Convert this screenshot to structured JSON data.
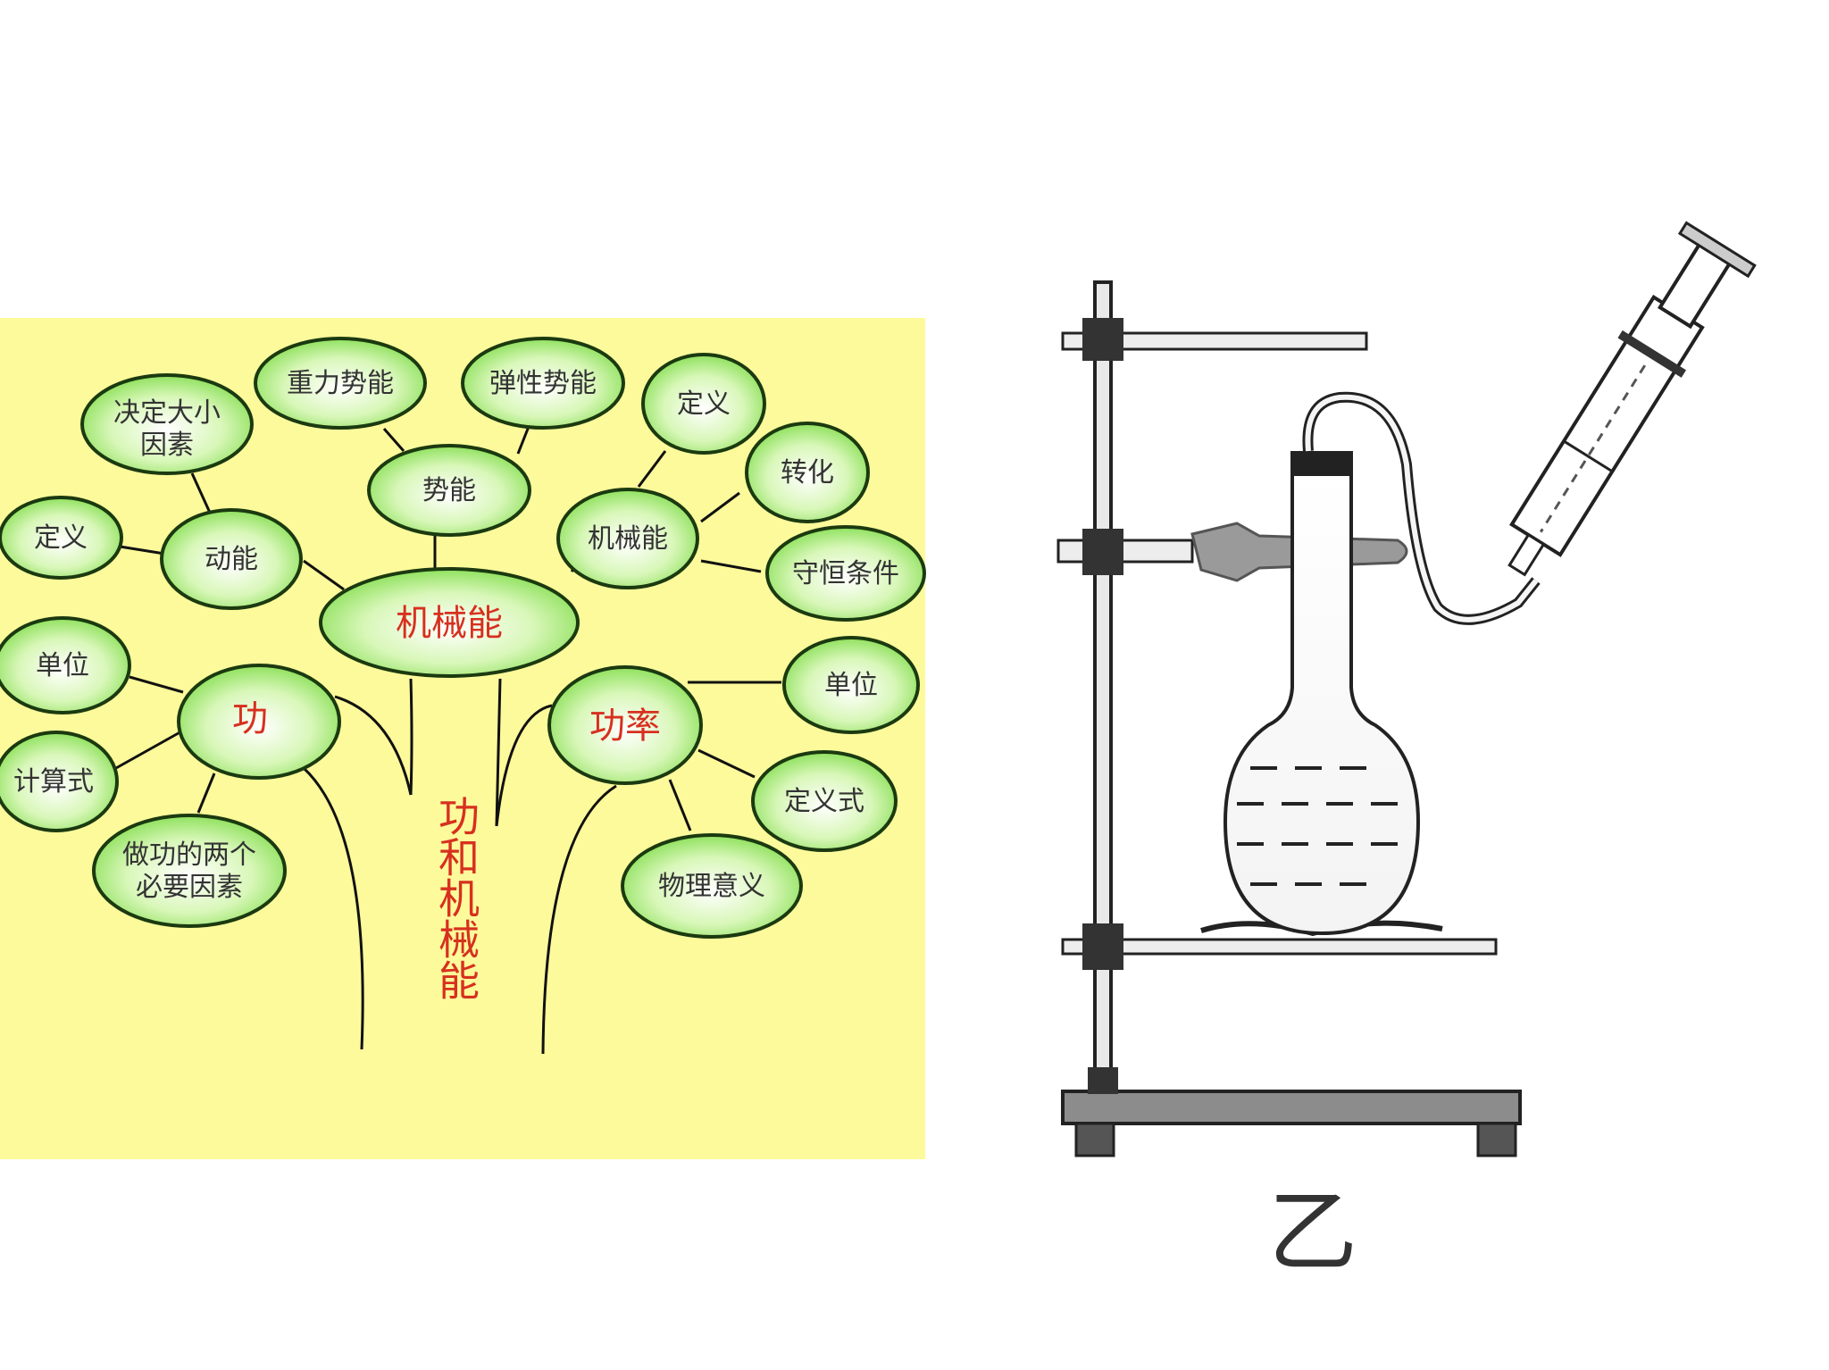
{
  "tree": {
    "title": "功和机械能",
    "root": "机械能",
    "nodes": {
      "kinetic": "动能",
      "kinetic_def": "定义",
      "kinetic_factors_l1": "决定大小",
      "kinetic_factors_l2": "因素",
      "potential": "势能",
      "gravity_pe": "重力势能",
      "elastic_pe": "弹性势能",
      "mech": "机械能",
      "mech_def": "定义",
      "mech_convert": "转化",
      "mech_conserve": "守恒条件",
      "work": "功",
      "work_unit": "单位",
      "work_formula": "计算式",
      "work_factors_l1": "做功的两个",
      "work_factors_l2": "必要因素",
      "power": "功率",
      "power_unit": "单位",
      "power_def": "定义式",
      "power_meaning": "物理意义"
    }
  },
  "apparatus": {
    "caption": "乙"
  },
  "colors": {
    "panel_bg": "#fdfa9b",
    "bubble_fill": "#8ce65a",
    "bubble_stroke": "#1b3a10",
    "accent_red": "#d7301f"
  }
}
